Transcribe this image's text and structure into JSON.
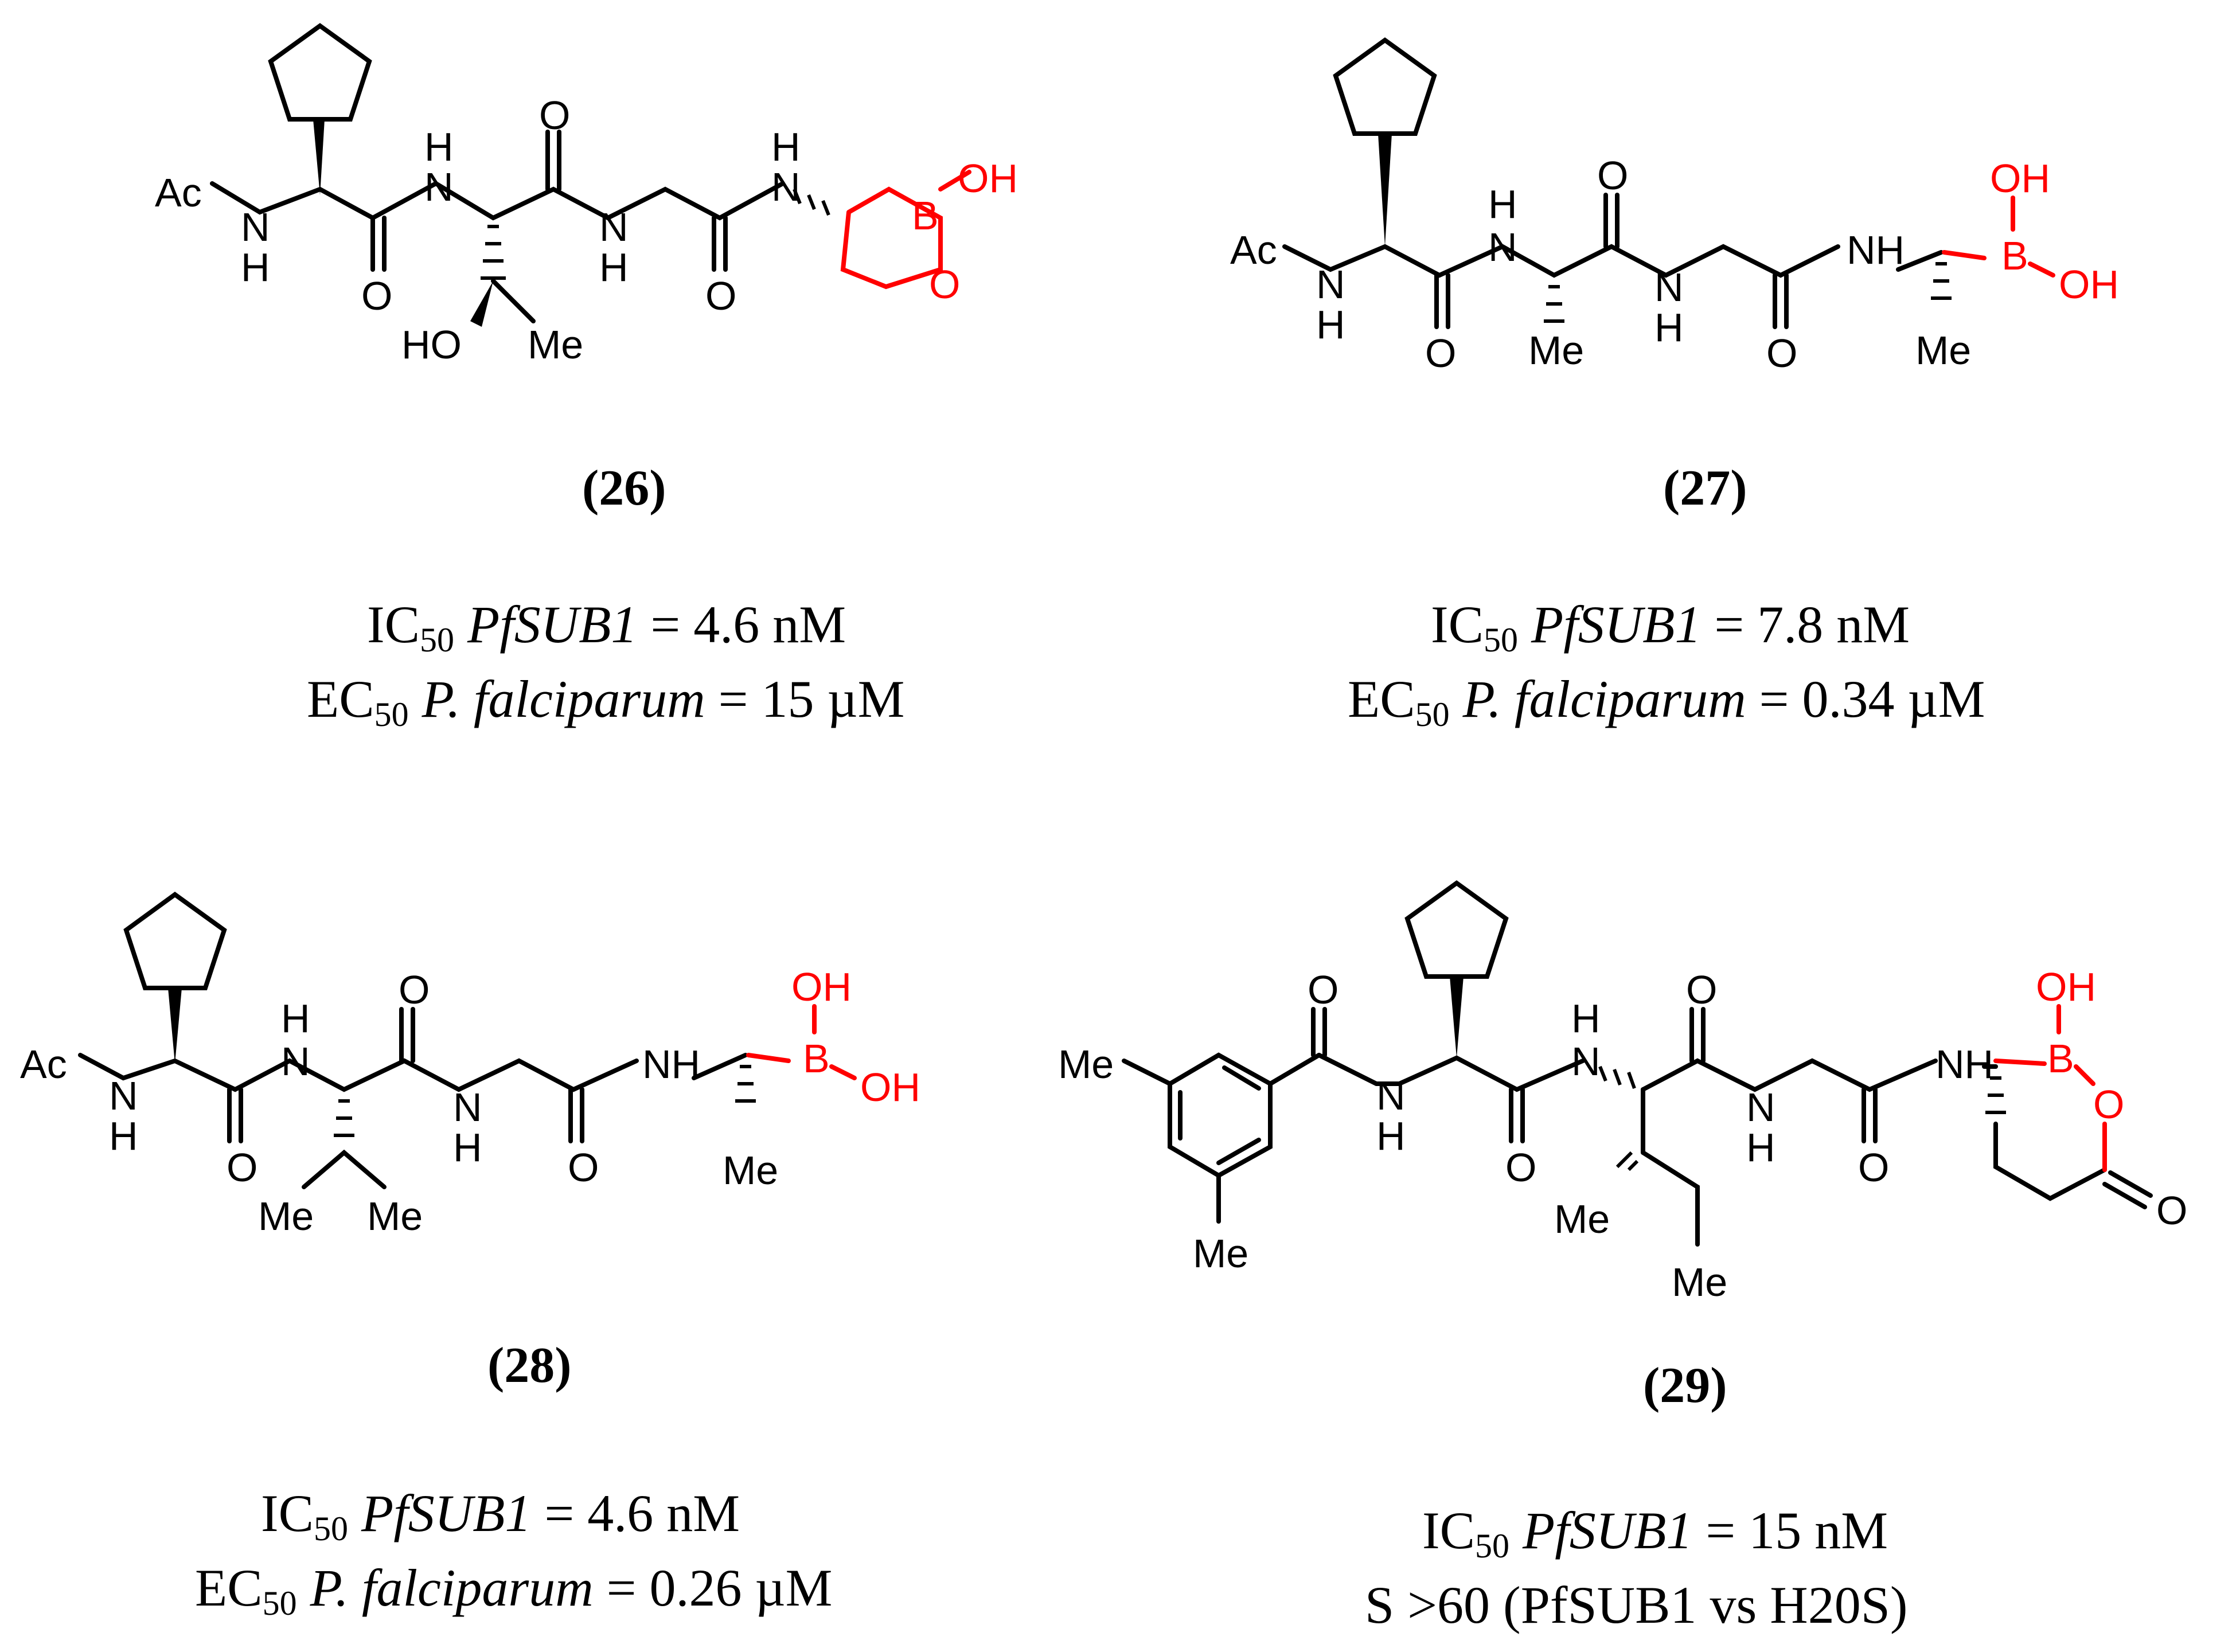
{
  "compounds": [
    {
      "label": "(26)",
      "atoms": {
        "ac": "Ac",
        "n": "N",
        "h": "H",
        "o": "O",
        "nh": "NH",
        "b": "B",
        "oh": "OH",
        "ho": "HO",
        "me": "Me"
      },
      "ic50": {
        "prefix": "IC",
        "sub": "50",
        "target": "PfSUB1",
        "value": " = 4.6 nM"
      },
      "ec50": {
        "prefix": "EC",
        "sub": "50",
        "species": "P. falciparum",
        "value": " = 15 µM"
      }
    },
    {
      "label": "(27)",
      "atoms": {
        "ac": "Ac",
        "n": "N",
        "h": "H",
        "o": "O",
        "nh": "NH",
        "b": "B",
        "oh": "OH",
        "me": "Me"
      },
      "ic50": {
        "prefix": "IC",
        "sub": "50",
        "target": "PfSUB1",
        "value": " = 7.8 nM"
      },
      "ec50": {
        "prefix": "EC",
        "sub": "50",
        "species": "P. falciparum",
        "value": " = 0.34 µM"
      }
    },
    {
      "label": "(28)",
      "atoms": {
        "ac": "Ac",
        "n": "N",
        "h": "H",
        "o": "O",
        "nh": "NH",
        "b": "B",
        "oh": "OH",
        "me": "Me"
      },
      "ic50": {
        "prefix": "IC",
        "sub": "50",
        "target": "PfSUB1",
        "value": " = 4.6 nM"
      },
      "ec50": {
        "prefix": "EC",
        "sub": "50",
        "species": "P. falciparum",
        "value": " = 0.26 µM"
      }
    },
    {
      "label": "(29)",
      "atoms": {
        "n": "N",
        "h": "H",
        "o": "O",
        "nh": "NH",
        "b": "B",
        "oh": "OH",
        "me": "Me"
      },
      "ic50": {
        "prefix": "IC",
        "sub": "50",
        "target": "PfSUB1",
        "value": " = 15 nM"
      },
      "selectivity": "S >60 (PfSUB1 vs H20S)"
    }
  ],
  "colors": {
    "bond": "#000000",
    "boron_moiety": "#ff0000",
    "background": "#ffffff"
  }
}
